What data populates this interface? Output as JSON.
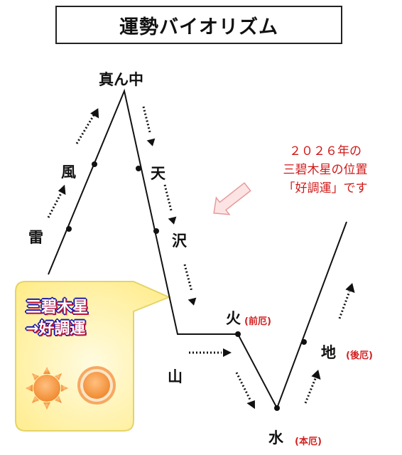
{
  "title": "運勢バイオリズム",
  "positions": {
    "top": "真ん中",
    "wind": "風",
    "thunder": "雷",
    "heaven": "天",
    "lake": "沢",
    "fire": "火",
    "fire_note": "(前厄)",
    "mountain": "山",
    "water": "水",
    "water_note": "(本厄)",
    "earth": "地",
    "earth_note": "(後厄)"
  },
  "note": {
    "line1": "２０２６年の",
    "line2": "三碧木星の位置",
    "line3": "「好調運」です"
  },
  "callout": {
    "line1": "三碧木星",
    "line2": "→好調運"
  },
  "colors": {
    "line": "#111111",
    "arrow_note": "#e8a0a0",
    "callout_fill": "#fff3a8",
    "callout_border": "#e0d060",
    "sun": "#f4a050",
    "accent_red": "#d32020",
    "accent_blue": "#1818a8"
  }
}
